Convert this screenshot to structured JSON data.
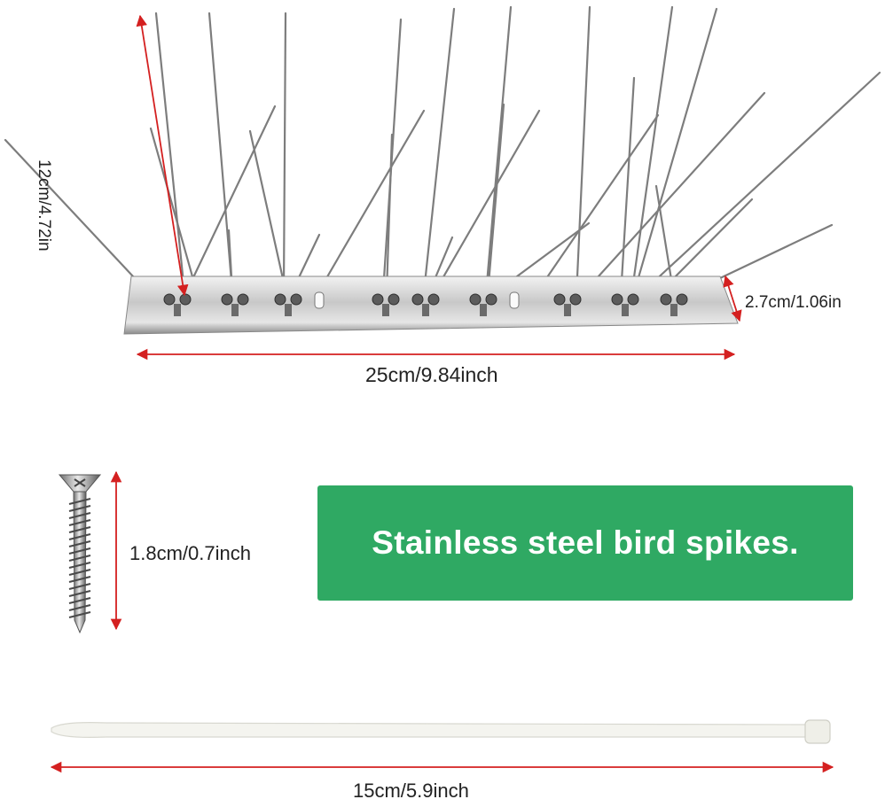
{
  "product": {
    "spike_height_label": "12cm/4.72in",
    "strip_length_label": "25cm/9.84inch",
    "strip_width_label": "2.7cm/1.06in",
    "screw_length_label": "1.8cm/0.7inch",
    "cable_tie_length_label": "15cm/5.9inch",
    "banner_text": "Stainless steel bird spikes."
  },
  "colors": {
    "dimension_arrow": "#d42020",
    "banner_background": "#2fa963",
    "banner_text": "#ffffff",
    "steel": "#9a9a9a"
  },
  "icons": {
    "screw": "screw-icon",
    "cable_tie": "cable-tie-icon",
    "spike_strip": "bird-spike-strip"
  }
}
